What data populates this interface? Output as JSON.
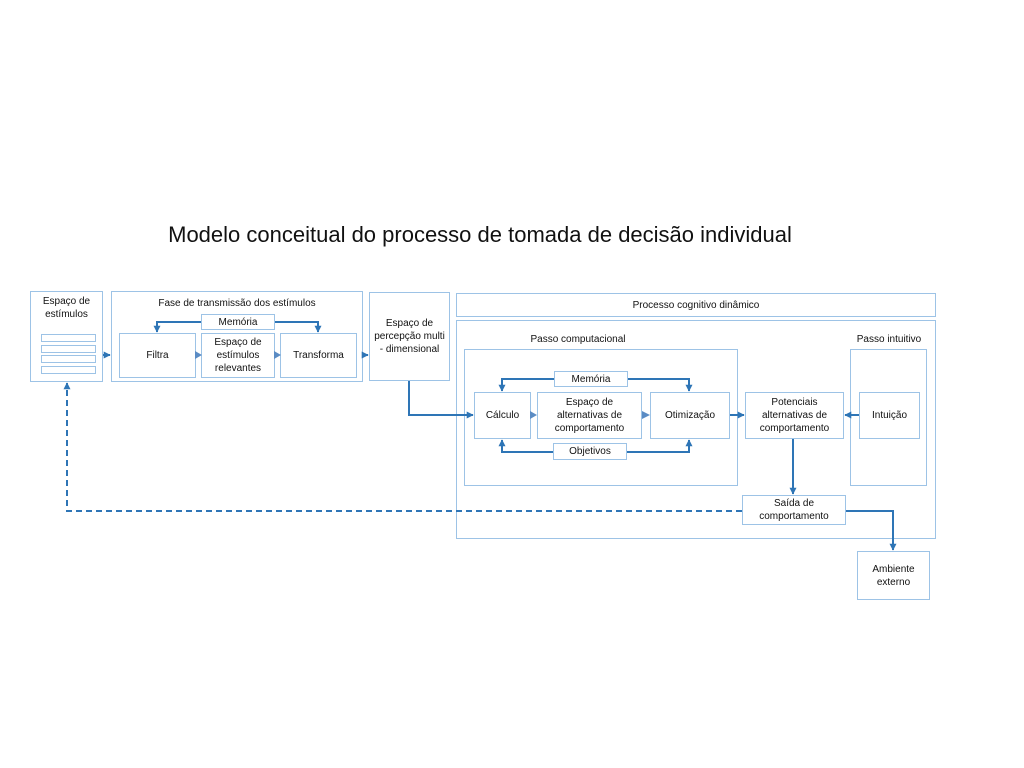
{
  "title": "Modelo conceitual do processo de tomada de decisão individual",
  "stimulus_space": "Espaço de estímulos",
  "transmission_phase": {
    "label": "Fase de transmissão dos estímulos",
    "memory": "Memória",
    "filter": "Filtra",
    "relevant_space": "Espaço de estímulos relevantes",
    "transform": "Transforma"
  },
  "perception_space": "Espaço de percepção multi - dimensional",
  "cognitive_process": "Processo cognitivo dinâmico",
  "computational_step": {
    "label": "Passo computacional",
    "memory": "Memória",
    "calculation": "Cálculo",
    "alternatives_space": "Espaço de alternativas de comportamento",
    "optimization": "Otimização",
    "objectives": "Objetivos"
  },
  "intuitive_step": {
    "label": "Passo intuitivo",
    "intuition": "Intuição"
  },
  "potential_alternatives": "Potenciais alternativas de comportamento",
  "behavior_output": "Saída de comportamento",
  "external_environment": "Ambiente externo",
  "colors": {
    "box_border": "#9dc3e6",
    "arrow": "#2e75b6",
    "inner_arrow": "#5b8cc4"
  }
}
